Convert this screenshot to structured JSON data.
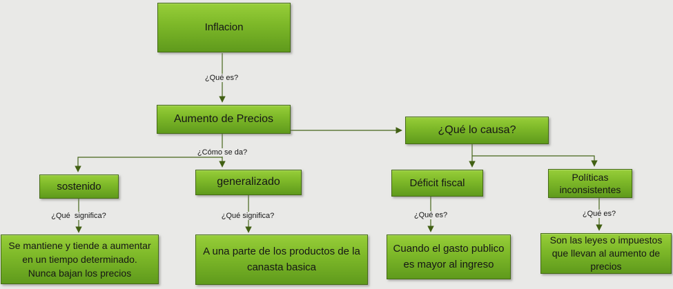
{
  "palette": {
    "background": "#e9e9e7",
    "box_fill_top": "#97ce39",
    "box_fill_bottom": "#5f9a1c",
    "box_border": "#446915",
    "connector": "#46651a",
    "text": "#151515"
  },
  "diagram": {
    "nodes": {
      "inflacion": {
        "label": "Inflacion"
      },
      "aumento": {
        "label": "Aumento de Precios"
      },
      "causa": {
        "label": "¿Qué lo causa?"
      },
      "sostenido": {
        "label": "sostenido"
      },
      "generalizado": {
        "label": "generalizado"
      },
      "deficit": {
        "label": "Déficit fiscal"
      },
      "politicas": {
        "lines": [
          "Políticas",
          "inconsistentes"
        ]
      },
      "sostenido_def": {
        "lines": [
          "Se mantiene y tiende a aumentar",
          "en un tiempo determinado.",
          "Nunca bajan los precios"
        ]
      },
      "generalizado_def": {
        "lines": [
          "A una parte  de los productos de la",
          "canasta basica"
        ]
      },
      "deficit_def": {
        "lines": [
          "Cuando el gasto publico",
          "es mayor al ingreso"
        ]
      },
      "politicas_def": {
        "lines": [
          "Son las leyes o impuestos",
          "que llevan al aumento de",
          "precios"
        ]
      }
    },
    "edge_labels": {
      "que_es_1": {
        "text": "¿Qué es?"
      },
      "como_se_da": {
        "text": "¿Cómo se da?"
      },
      "que_significa_1": {
        "text": "¿Qué  significa?"
      },
      "que_significa_2": {
        "text": "¿Qué significa?"
      },
      "que_es_2": {
        "text": "¿Qué es?"
      },
      "que_es_3": {
        "text": "¿Qué es?"
      }
    }
  }
}
